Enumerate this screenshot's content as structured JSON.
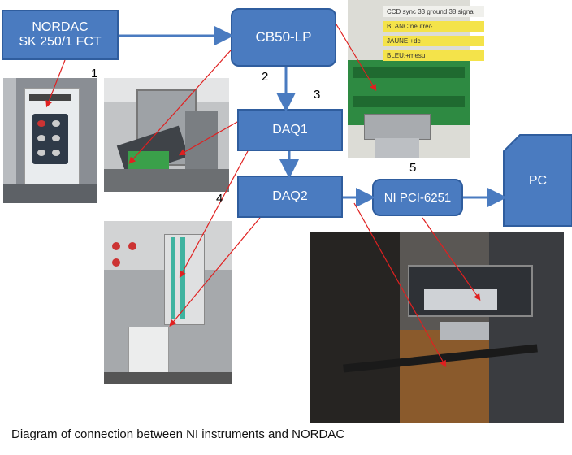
{
  "boxes": {
    "nordac": "NORDAC\nSK 250/1 FCT",
    "cb50": "CB50-LP",
    "daq1": "DAQ1",
    "daq2": "DAQ2",
    "ni": "NI PCI-6251",
    "pc": "PC"
  },
  "numbers": {
    "n1": "1",
    "n2": "2",
    "n3": "3",
    "n4": "4",
    "n5": "5"
  },
  "labels": {
    "l0": "CCD sync 33 ground 38 signal",
    "l1": "BLANC:neutre/-",
    "l2": "JAUNE:+dc",
    "l3": "BLEU:+mesu"
  },
  "caption": "Diagram of connection between NI instruments and NORDAC",
  "colors": {
    "box_fill": "#4a7bc0",
    "box_border": "#2f5d9e",
    "arrow": "#4a7bc0",
    "connector": "#e02020"
  }
}
